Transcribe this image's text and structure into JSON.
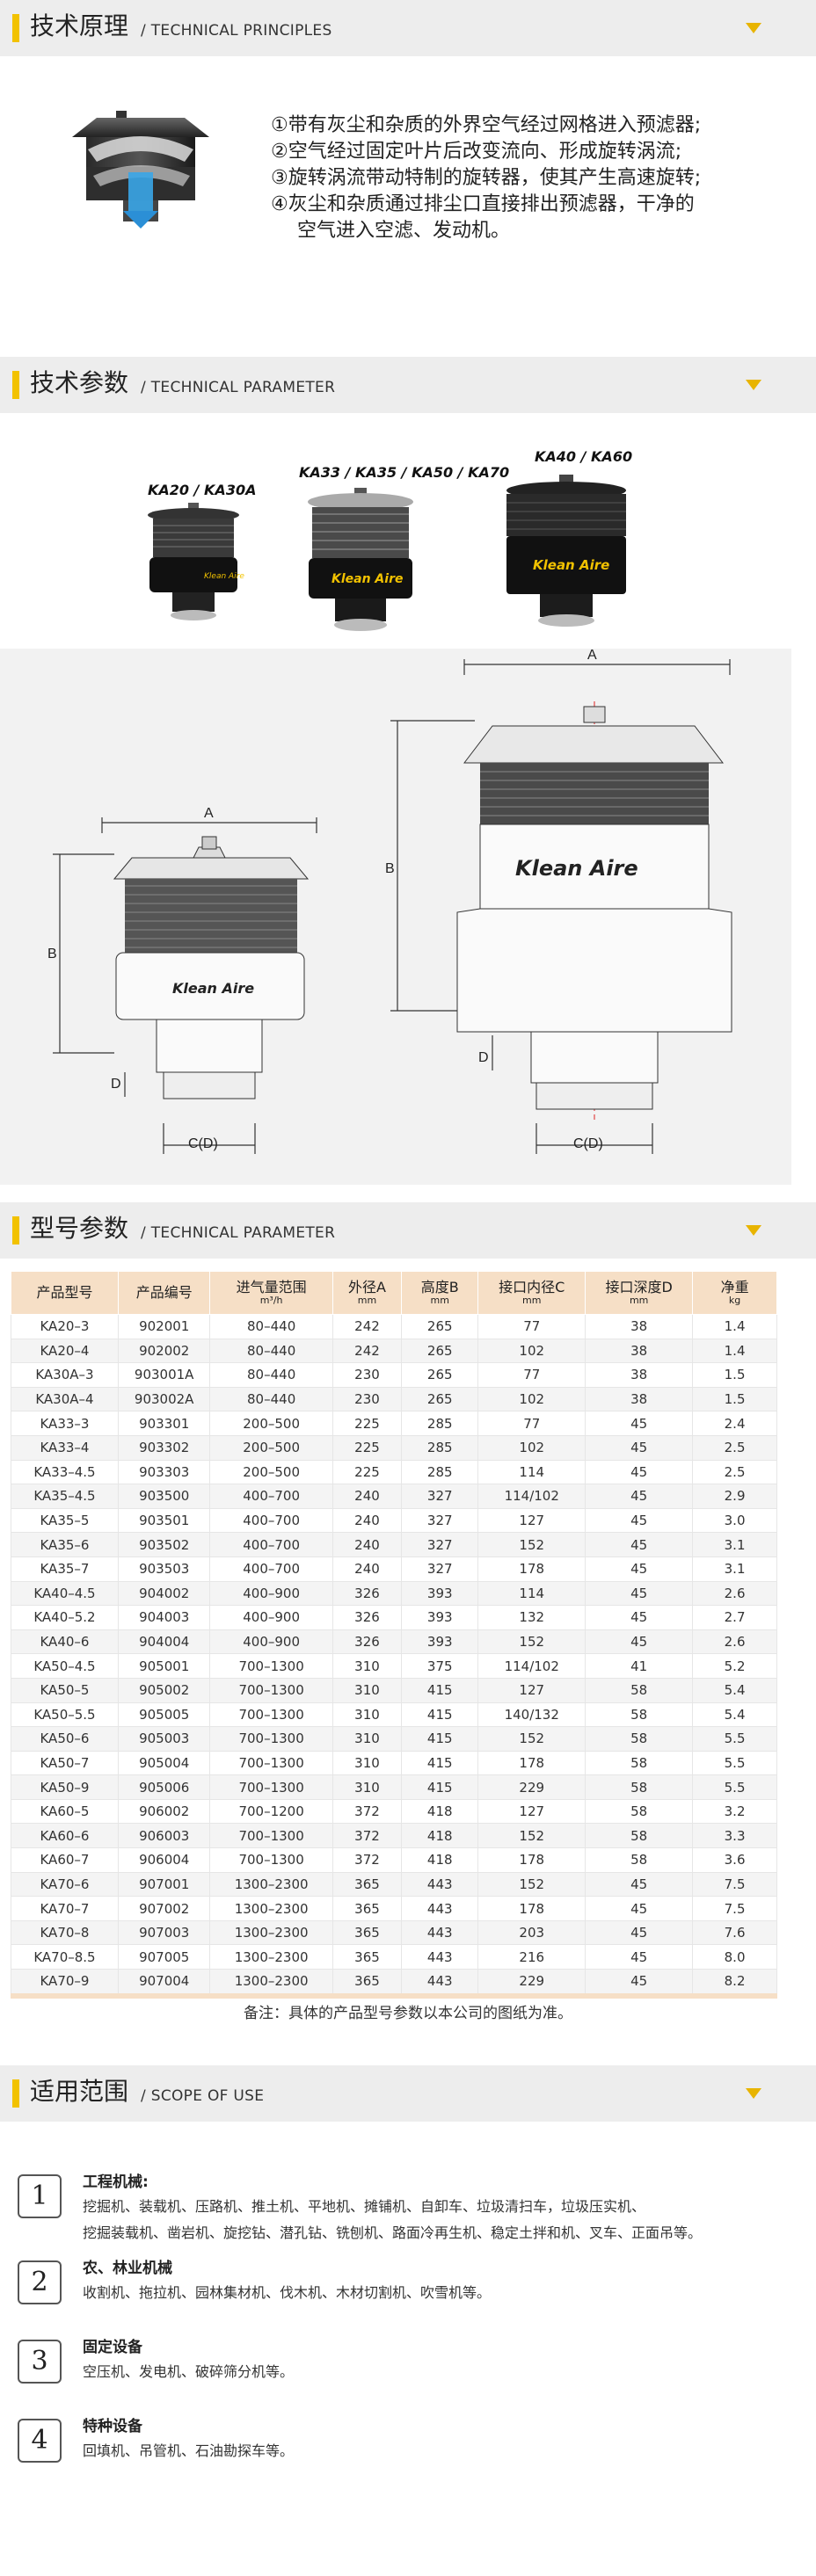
{
  "sections": {
    "principles": {
      "cn": "技术原理",
      "en": "/ TECHNICAL PRINCIPLES"
    },
    "parameter": {
      "cn": "技术参数",
      "en": "/ TECHNICAL PARAMETER"
    },
    "models": {
      "cn": "型号参数",
      "en": "/ TECHNICAL PARAMETER"
    },
    "scope": {
      "cn": "适用范围",
      "en": "/ SCOPE OF USE"
    }
  },
  "principles": {
    "lines": [
      "①带有灰尘和杂质的外界空气经过网格进入预滤器;",
      "②空气经过固定叶片后改变流向、形成旋转涡流;",
      "③旋转涡流带动特制的旋转器，使其产生高速旋转;",
      "④灰尘和杂质通过排尘口直接排出预滤器，干净的",
      "空气进入空滤、发动机。"
    ]
  },
  "products": {
    "small": "KA20 / KA30A",
    "medium": "KA33 / KA35 / KA50 / KA70",
    "large": "KA40 / KA60"
  },
  "brand": {
    "logo_text": "Klean Aire"
  },
  "drawing": {
    "label_a": "A",
    "label_b": "B",
    "label_c": "C(D)",
    "label_d": "D"
  },
  "table": {
    "headers": [
      {
        "label": "产品型号",
        "unit": ""
      },
      {
        "label": "产品编号",
        "unit": ""
      },
      {
        "label": "进气量范围",
        "unit": "m³/h"
      },
      {
        "label": "外径A",
        "unit": "mm"
      },
      {
        "label": "高度B",
        "unit": "mm"
      },
      {
        "label": "接口内径C",
        "unit": "mm"
      },
      {
        "label": "接口深度D",
        "unit": "mm"
      },
      {
        "label": "净重",
        "unit": "kg"
      }
    ],
    "rows": [
      [
        "KA20–3",
        "902001",
        "80–440",
        "242",
        "265",
        "77",
        "38",
        "1.4"
      ],
      [
        "KA20–4",
        "902002",
        "80–440",
        "242",
        "265",
        "102",
        "38",
        "1.4"
      ],
      [
        "KA30A–3",
        "903001A",
        "80–440",
        "230",
        "265",
        "77",
        "38",
        "1.5"
      ],
      [
        "KA30A–4",
        "903002A",
        "80–440",
        "230",
        "265",
        "102",
        "38",
        "1.5"
      ],
      [
        "KA33–3",
        "903301",
        "200–500",
        "225",
        "285",
        "77",
        "45",
        "2.4"
      ],
      [
        "KA33–4",
        "903302",
        "200–500",
        "225",
        "285",
        "102",
        "45",
        "2.5"
      ],
      [
        "KA33–4.5",
        "903303",
        "200–500",
        "225",
        "285",
        "114",
        "45",
        "2.5"
      ],
      [
        "KA35–4.5",
        "903500",
        "400–700",
        "240",
        "327",
        "114/102",
        "45",
        "2.9"
      ],
      [
        "KA35–5",
        "903501",
        "400–700",
        "240",
        "327",
        "127",
        "45",
        "3.0"
      ],
      [
        "KA35–6",
        "903502",
        "400–700",
        "240",
        "327",
        "152",
        "45",
        "3.1"
      ],
      [
        "KA35–7",
        "903503",
        "400–700",
        "240",
        "327",
        "178",
        "45",
        "3.1"
      ],
      [
        "KA40–4.5",
        "904002",
        "400–900",
        "326",
        "393",
        "114",
        "45",
        "2.6"
      ],
      [
        "KA40–5.2",
        "904003",
        "400–900",
        "326",
        "393",
        "132",
        "45",
        "2.7"
      ],
      [
        "KA40–6",
        "904004",
        "400–900",
        "326",
        "393",
        "152",
        "45",
        "2.6"
      ],
      [
        "KA50–4.5",
        "905001",
        "700–1300",
        "310",
        "375",
        "114/102",
        "41",
        "5.2"
      ],
      [
        "KA50–5",
        "905002",
        "700–1300",
        "310",
        "415",
        "127",
        "58",
        "5.4"
      ],
      [
        "KA50–5.5",
        "905005",
        "700–1300",
        "310",
        "415",
        "140/132",
        "58",
        "5.4"
      ],
      [
        "KA50–6",
        "905003",
        "700–1300",
        "310",
        "415",
        "152",
        "58",
        "5.5"
      ],
      [
        "KA50–7",
        "905004",
        "700–1300",
        "310",
        "415",
        "178",
        "58",
        "5.5"
      ],
      [
        "KA50–9",
        "905006",
        "700–1300",
        "310",
        "415",
        "229",
        "58",
        "5.5"
      ],
      [
        "KA60–5",
        "906002",
        "700–1200",
        "372",
        "418",
        "127",
        "58",
        "3.2"
      ],
      [
        "KA60–6",
        "906003",
        "700–1300",
        "372",
        "418",
        "152",
        "58",
        "3.3"
      ],
      [
        "KA60–7",
        "906004",
        "700–1300",
        "372",
        "418",
        "178",
        "58",
        "3.6"
      ],
      [
        "KA70–6",
        "907001",
        "1300–2300",
        "365",
        "443",
        "152",
        "45",
        "7.5"
      ],
      [
        "KA70–7",
        "907002",
        "1300–2300",
        "365",
        "443",
        "178",
        "45",
        "7.5"
      ],
      [
        "KA70–8",
        "907003",
        "1300–2300",
        "365",
        "443",
        "203",
        "45",
        "7.6"
      ],
      [
        "KA70–8.5",
        "907005",
        "1300–2300",
        "365",
        "443",
        "216",
        "45",
        "8.0"
      ],
      [
        "KA70–9",
        "907004",
        "1300–2300",
        "365",
        "443",
        "229",
        "45",
        "8.2"
      ]
    ],
    "note": "备注：具体的产品型号参数以本公司的图纸为准。"
  },
  "scope": [
    {
      "num": "1",
      "title": "工程机械:",
      "lines": [
        "挖掘机、装载机、压路机、推土机、平地机、摊铺机、自卸车、垃圾清扫车，垃圾压实机、",
        "挖掘装载机、凿岩机、旋挖钻、潜孔钻、铣刨机、路面冷再生机、稳定土拌和机、叉车、正面吊等。"
      ]
    },
    {
      "num": "2",
      "title": "农、林业机械",
      "lines": [
        "收割机、拖拉机、园林集材机、伐木机、木材切割机、吹雪机等。"
      ]
    },
    {
      "num": "3",
      "title": "固定设备",
      "lines": [
        "空压机、发电机、破碎筛分机等。"
      ]
    },
    {
      "num": "4",
      "title": "特种设备",
      "lines": [
        "回填机、吊管机、石油勘探车等。"
      ]
    }
  ]
}
